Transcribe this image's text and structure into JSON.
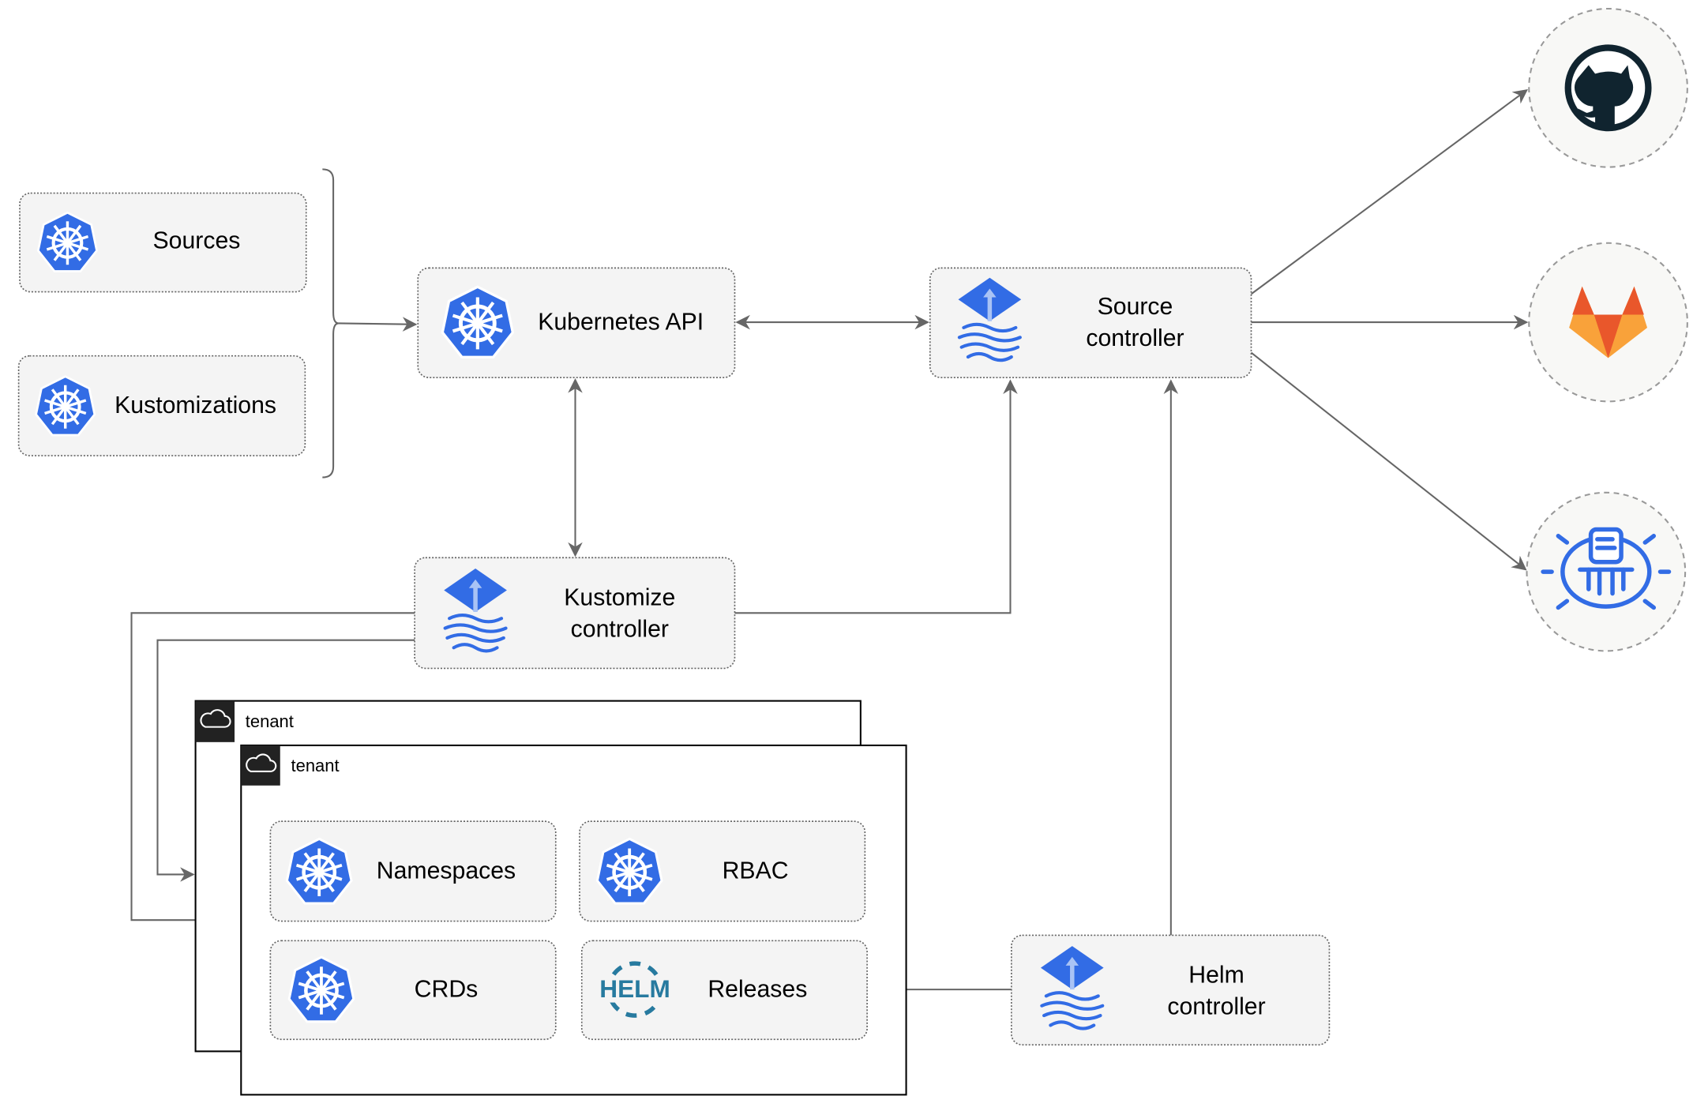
{
  "nodes": {
    "sources": "Sources",
    "kustomizations": "Kustomizations",
    "kubernetes_api": "Kubernetes API",
    "source_controller": [
      "Source",
      "controller"
    ],
    "kustomize_controller": [
      "Kustomize",
      "controller"
    ],
    "helm_controller": [
      "Helm",
      "controller"
    ],
    "namespaces": "Namespaces",
    "rbac": "RBAC",
    "crds": "CRDs",
    "releases": "Releases",
    "helm_logo_text": "HELM"
  },
  "tenants": [
    "tenant",
    "tenant"
  ],
  "external_sources": [
    "github-icon",
    "gitlab-icon",
    "bucket-icon"
  ],
  "colors": {
    "k8s_blue": "#326ce5",
    "edge": "#666666",
    "github": "#10242f",
    "gitlab_orange": "#e9572b",
    "gitlab_yellow": "#f9a23a",
    "helm": "#277a9f"
  }
}
